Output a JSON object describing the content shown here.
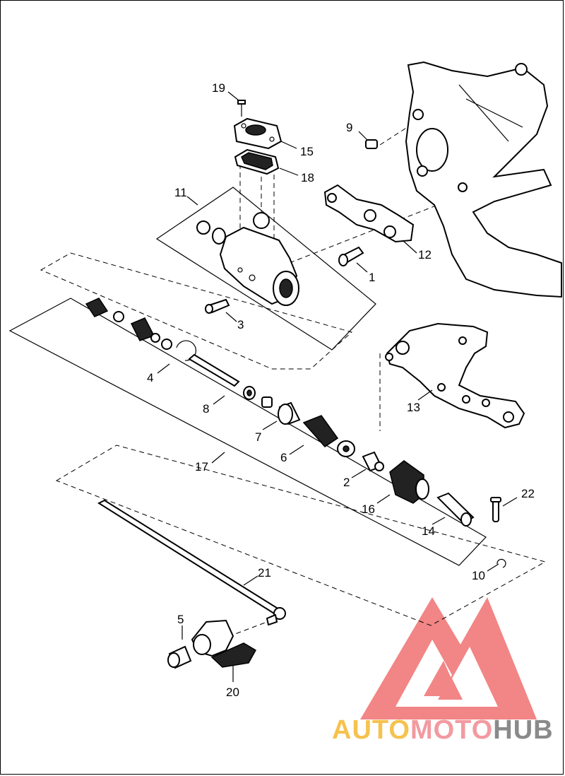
{
  "labels": {
    "l1": "1",
    "l2": "2",
    "l3": "3",
    "l4": "4",
    "l5": "5",
    "l6": "6",
    "l7": "7",
    "l8": "8",
    "l9": "9",
    "l10": "10",
    "l11": "11",
    "l12": "12",
    "l13": "13",
    "l14": "14",
    "l15": "15",
    "l16": "16",
    "l17": "17",
    "l18": "18",
    "l19": "19",
    "l20": "20",
    "l21": "21",
    "l22": "22"
  },
  "watermark": {
    "part1": "AUTO",
    "part2": "MOTO",
    "part3": "HUB",
    "colors": {
      "auto": "#f6c24d",
      "moto": "#f29aa0",
      "hub": "#8a8a8a",
      "triangle": "#f07070"
    }
  }
}
